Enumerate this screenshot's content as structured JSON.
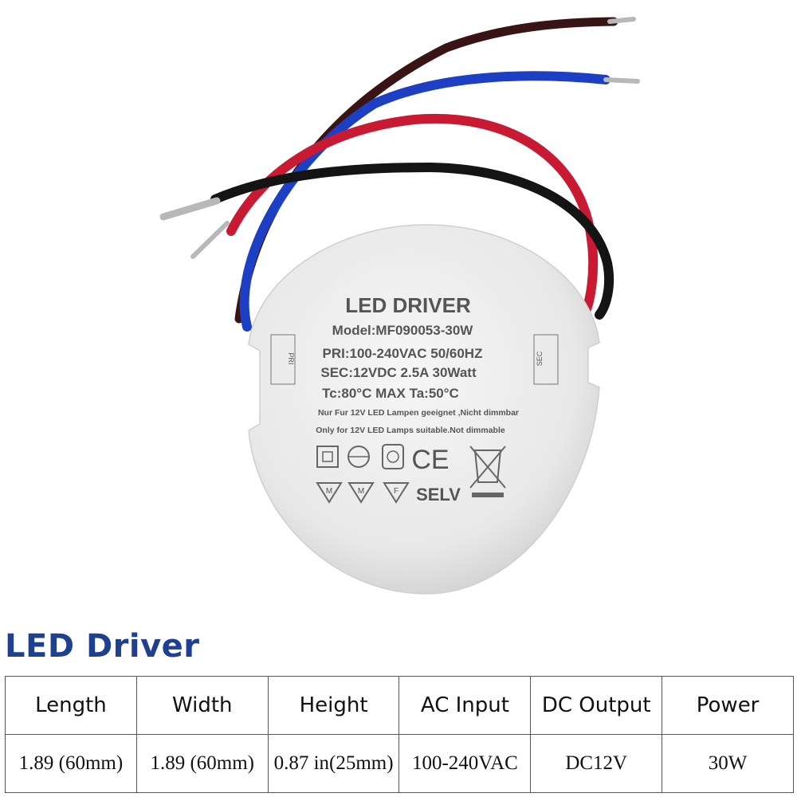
{
  "product_label": {
    "title": "LED DRIVER",
    "model": "Model:MF090053-30W",
    "primary": "PRI:100-240VAC 50/60HZ",
    "secondary": "SEC:12VDC 2.5A 30Watt",
    "temps": "Tc:80°C MAX Ta:50°C",
    "note_de": "Nur Fur 12V LED Lampen geeignet ,Nicht dimmbar",
    "note_en": "Only for 12V LED Lamps suitable.Not dimmable",
    "ce_mark": "CE",
    "selv_mark": "SELV",
    "m_mark": "M",
    "f_mark": "F",
    "left_side_primary": "PRI",
    "left_side_secondary": "SEC"
  },
  "wire_colors": {
    "brown": "#3a1414",
    "blue": "#1d3fc4",
    "red": "#c81a32",
    "black": "#141414"
  },
  "section_title": "LED Driver",
  "spec_table": {
    "headers": [
      "Length",
      "Width",
      "Height",
      "AC Input",
      "DC Output",
      "Power"
    ],
    "values": [
      "1.89 (60mm)",
      "1.89 (60mm)",
      "0.87 in(25mm)",
      "100-240VAC",
      "DC12V",
      "30W"
    ]
  },
  "colors": {
    "title_blue": "#1f3f8f",
    "housing": "#eeeeee"
  }
}
